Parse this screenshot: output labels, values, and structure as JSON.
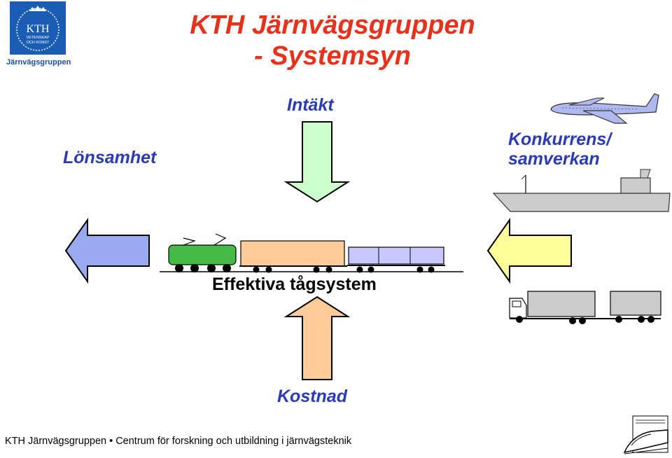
{
  "header": {
    "logo": {
      "text": "KTH",
      "subtext_line1": "VETENSKAP",
      "subtext_line2": "OCH KONST",
      "icon": "kth-crest-icon"
    },
    "logo_caption": "Järnvägsgruppen",
    "title_line1": "KTH Järnvägsgruppen",
    "title_line2": "- Systemsyn"
  },
  "labels": {
    "top": "Intäkt",
    "left": "Lönsamhet",
    "right_line1": "Konkurrens/",
    "right_line2": "samverkan",
    "bottom": "Kostnad",
    "center": "Effektiva tågsystem"
  },
  "icons": {
    "top_arrow": "arrow-down-icon",
    "left_arrow": "arrow-left-icon",
    "right_arrow": "arrow-left-icon",
    "bottom_arrow": "arrow-up-icon",
    "airplane": "airplane-icon",
    "ship": "ship-icon",
    "truck": "truck-icon",
    "train": "train-icon",
    "corner_train": "high-speed-train-icon"
  },
  "colors": {
    "title": "#e8311a",
    "labels": "#2a3bb8",
    "top_arrow": "#ccffcc",
    "left_arrow": "#99aaee",
    "right_arrow": "#ffff99",
    "bottom_arrow": "#ffcc99",
    "logo_bg": "#1a5db4"
  },
  "footer": {
    "text": "KTH Järnvägsgruppen • Centrum för forskning och utbildning i järnvägsteknik"
  }
}
